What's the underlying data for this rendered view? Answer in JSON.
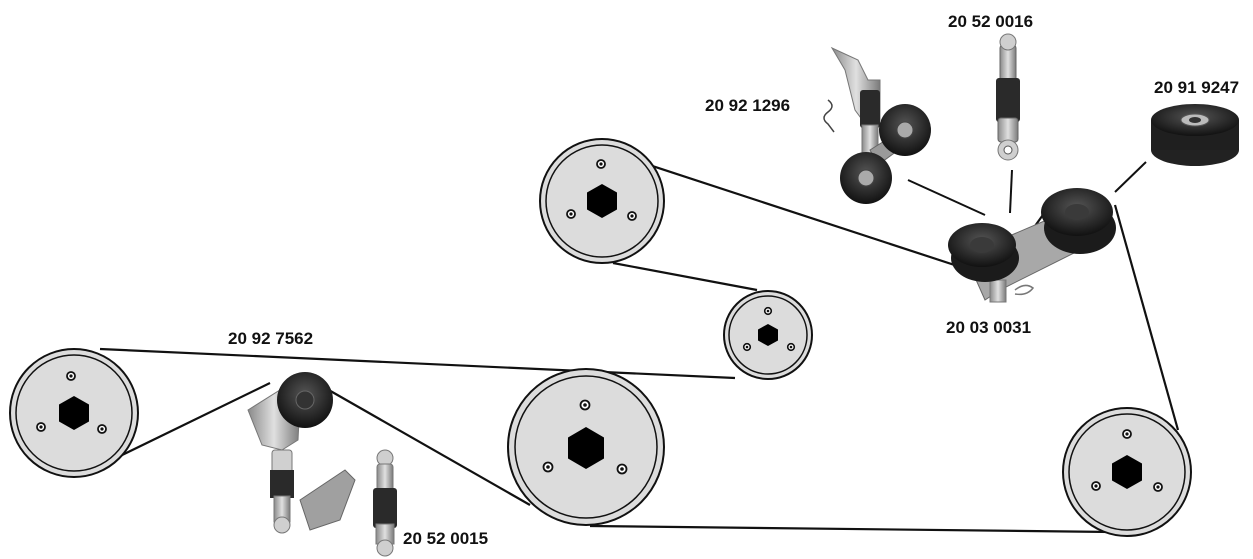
{
  "labels": {
    "p_20520016": "20 52 0016",
    "p_20919247": "20 91 9247",
    "p_20921296": "20 92 1296",
    "p_20030031": "20 03 0031",
    "p_20927562": "20 92 7562",
    "p_20520015": "20 52 0015"
  },
  "colors": {
    "pulley_fill": "#dcdcdc",
    "belt": "#111111",
    "hex": "#000000",
    "roller": "#1c1c1c",
    "metal": "#b5b5b5"
  }
}
